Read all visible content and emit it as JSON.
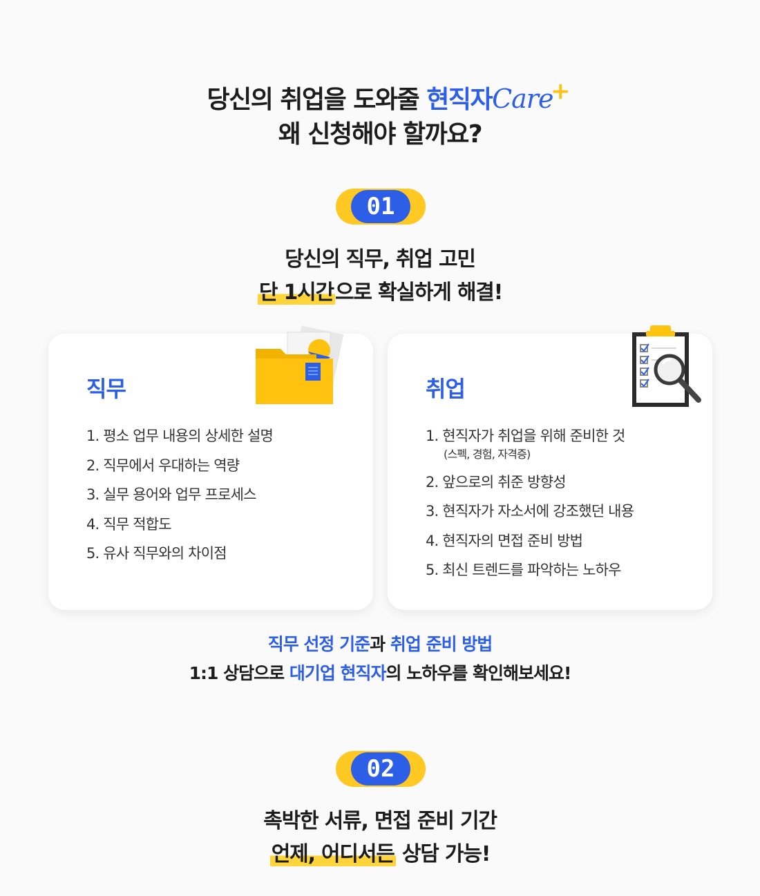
{
  "header": {
    "line1_prefix": "당신의 취업을 도와줄 ",
    "line1_brand": "현직자",
    "line1_care": "Care",
    "line1_plus": "+",
    "line2": "왜 신청해야 할까요?"
  },
  "section1": {
    "badge": "01",
    "title_line1": "당신의 직무, 취업 고민",
    "title_line2_highlight": "단 1시간",
    "title_line2_rest": "으로 확실하게 해결!"
  },
  "cards": {
    "job": {
      "title": "직무",
      "items": [
        "1. 평소 업무 내용의 상세한 설명",
        "2. 직무에서 우대하는 역량",
        "3. 실무 용어와 업무 프로세스",
        "4. 직무 적합도",
        "5. 유사 직무와의 차이점"
      ]
    },
    "employment": {
      "title": "취업",
      "items": [
        "1. 현직자가 취업을 위해 준비한 것",
        "2. 앞으로의 취준 방향성",
        "3. 현직자가 자소서에 강조했던 내용",
        "4. 현직자의 면접 준비 방법",
        "5. 최신 트렌드를 파악하는 노하우"
      ],
      "item1_sub": "(스펙, 경험, 자격증)"
    }
  },
  "summary": {
    "line1_blue1": "직무 선정 기준",
    "line1_mid": "과 ",
    "line1_blue2": "취업 준비 방법",
    "line2_prefix": "1:1 상담으로 ",
    "line2_blue": "대기업 현직자",
    "line2_suffix": "의 노하우를 확인해보세요!"
  },
  "section2": {
    "badge": "02",
    "title_line1": "촉박한 서류, 면접 준비 기간",
    "title_line2_highlight": "언제, 어디서든",
    "title_line2_rest": " 상담 가능!"
  },
  "colors": {
    "brand_blue": "#2d5ee8",
    "accent_yellow": "#ffc822"
  },
  "icons": {
    "job_card": "folder-icon",
    "employment_card": "clipboard-checklist-icon"
  }
}
